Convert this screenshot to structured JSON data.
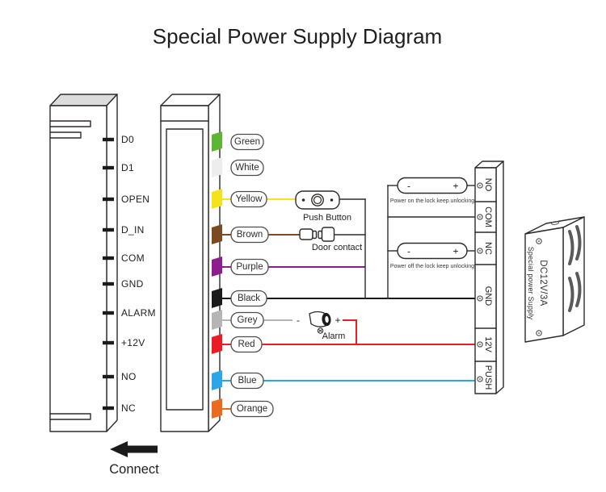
{
  "title": {
    "text": "Special Power Supply Diagram",
    "color": "#6fbe44"
  },
  "controller": {
    "terminals": [
      "D0",
      "D1",
      "OPEN",
      "D_IN",
      "COM",
      "GND",
      "ALARM",
      "+12V",
      "NO",
      "NC"
    ]
  },
  "wires": [
    {
      "label": "Green",
      "color": "#5cb533"
    },
    {
      "label": "White",
      "color": "#ededed"
    },
    {
      "label": "Yellow",
      "color": "#f5e31a"
    },
    {
      "label": "Brown",
      "color": "#7b4a21"
    },
    {
      "label": "Purple",
      "color": "#8e1e8e"
    },
    {
      "label": "Black",
      "color": "#1b1b1b"
    },
    {
      "label": "Grey",
      "color": "#b5b5b5"
    },
    {
      "label": "Red",
      "color": "#ec1c24"
    },
    {
      "label": "Blue",
      "color": "#2aa7e8"
    },
    {
      "label": "Orange",
      "color": "#ea6a1f"
    }
  ],
  "devices": {
    "push_button": "Push Button",
    "door_contact": "Door contact",
    "alarm": "Alarm"
  },
  "alarm_polarity": {
    "minus": "-",
    "plus": "+"
  },
  "notes": [
    {
      "minus": "-",
      "plus": "+",
      "caption": "Power on the lock keep unlocking"
    },
    {
      "minus": "-",
      "plus": "+",
      "caption": "Power off the lock keep unlocking"
    }
  ],
  "terminal_block": {
    "labels": [
      "NO",
      "COM",
      "NC",
      "GND",
      "12V",
      "PUSH"
    ]
  },
  "power_supply": {
    "model": "DC12V/3A",
    "name": "Special power Supply"
  },
  "connect_label": "Connect"
}
